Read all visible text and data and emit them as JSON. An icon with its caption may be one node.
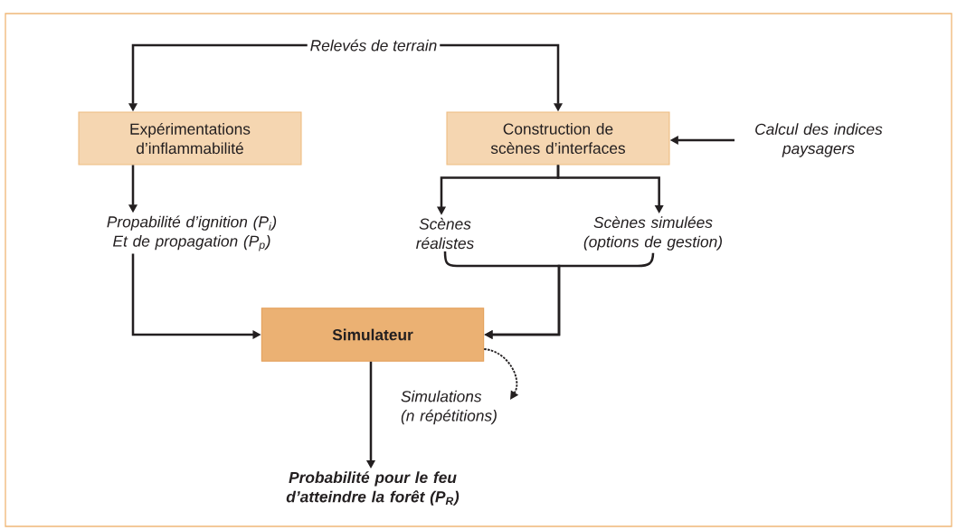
{
  "diagram": {
    "nodes": [
      {
        "text": [
          "Relevés de terrain"
        ]
      },
      {
        "text": [
          "Expérimentations d’inflammabilité"
        ]
      },
      {
        "text": [
          "Construction de scènes d’interfaces"
        ]
      },
      {
        "text": [
          "Calcul des indices paysagers"
        ]
      },
      {
        "text": [
          "Propabilité d’ignition (P$_{i}$) Et de propagation (P$_{p}$)"
        ]
      },
      {
        "text": [
          "Scènes réalistes"
        ]
      },
      {
        "text": [
          "Scènes simulées (options de gestion)"
        ]
      },
      {
        "text": [
          "Simulateur"
        ]
      },
      {
        "text": [
          "Probabilité pour le feu d’atteindre la forêt (P$_{R}$)"
        ]
      }
    ],
    "edges": [
      {
        "from": 0,
        "to": 1,
        "arrow": "to"
      },
      {
        "from": 0,
        "to": 2,
        "arrow": "to"
      },
      {
        "from": 3,
        "to": 2,
        "arrow": "to"
      },
      {
        "from": 1,
        "to": 4,
        "arrow": "to"
      },
      {
        "from": 2,
        "to": 5,
        "arrow": "to"
      },
      {
        "from": 2,
        "to": 6,
        "arrow": "to"
      },
      {
        "from": 4,
        "to": 7,
        "arrow": "to"
      },
      {
        "from": 5,
        "to": 7,
        "arrow": "to"
      },
      {
        "from": 6,
        "to": 7,
        "arrow": "to"
      },
      {
        "from": 7,
        "to": 8,
        "arrow": "to"
      },
      {
        "from": 7,
        "to": 7,
        "arrow": "to",
        "style": "dashed",
        "label": "Simulations (n répétitions)"
      }
    ]
  }
}
